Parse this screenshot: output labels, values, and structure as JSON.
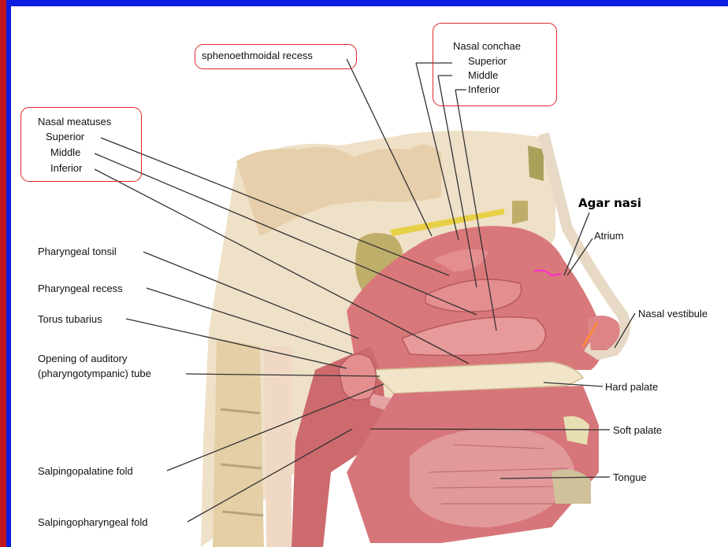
{
  "labels": {
    "sphenoethmoidal": "sphenoethmoidal recess",
    "conchae": {
      "title": "Nasal conchae",
      "superior": "Superior",
      "middle": "Middle",
      "inferior": "Inferior"
    },
    "meatuses": {
      "title": "Nasal meatuses",
      "superior": "Superior",
      "middle": "Middle",
      "inferior": "Inferior"
    },
    "agar_nasi": "Agar nasi",
    "atrium": "Atrium",
    "nasal_vestibule": "Nasal vestibule",
    "pharyngeal_tonsil": "Pharyngeal tonsil",
    "pharyngeal_recess": "Pharyngeal recess",
    "torus_tubarius": "Torus tubarius",
    "auditory_line1": "Opening of auditory",
    "auditory_line2": "(pharyngotympanic) tube",
    "hard_palate": "Hard palate",
    "soft_palate": "Soft palate",
    "tongue": "Tongue",
    "salpingopalatine": "Salpingopalatine fold",
    "salpingopharyngeal": "Salpingopharyngeal fold"
  },
  "colors": {
    "background": "#0a1de0",
    "frame_accent": "#c0141f",
    "highlight_box": "#e0272b",
    "mucosa": "#d9787a",
    "bone": "#e9d3b0"
  }
}
